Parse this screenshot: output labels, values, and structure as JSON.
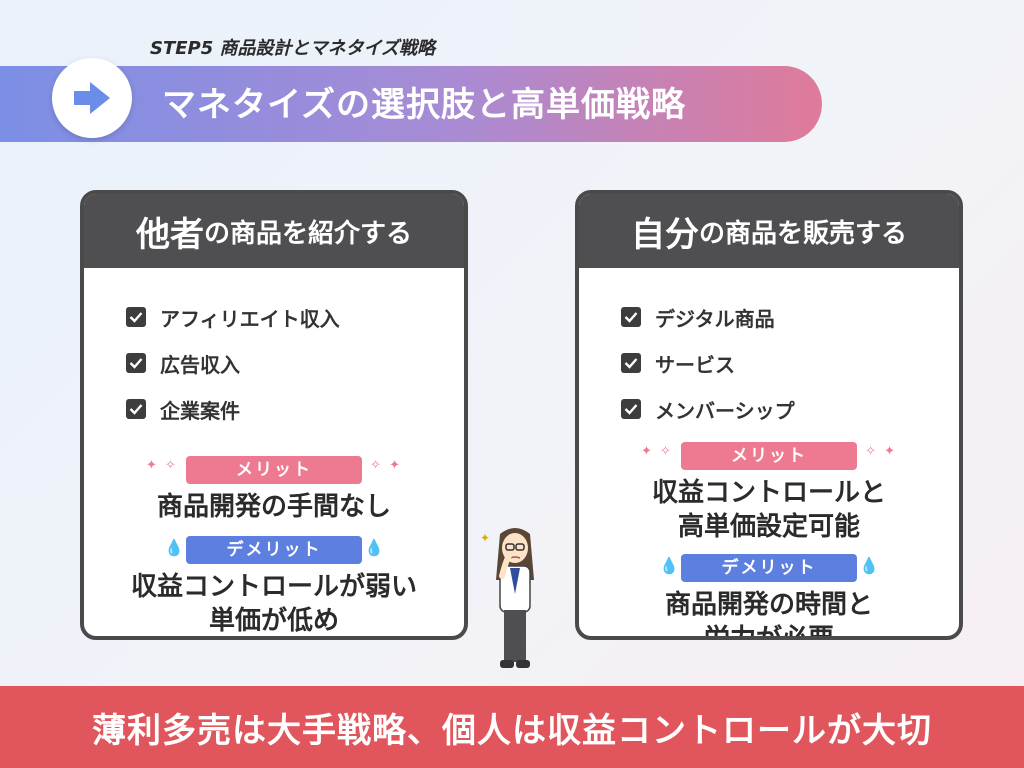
{
  "header": {
    "step_label": "STEP5 商品設計とマネタイズ戦略",
    "title": "マネタイズの選択肢と高単価戦略",
    "arrow_icon": "arrow-right-icon"
  },
  "cards": [
    {
      "head_big": "他者",
      "head_small": "の商品を紹介する",
      "items": [
        "アフィリエイト収入",
        "広告収入",
        "企業案件"
      ],
      "merit_label": "メリット",
      "merit_lines": [
        "商品開発の手間なし"
      ],
      "demerit_label": "デメリット",
      "demerit_lines": [
        "収益コントロールが弱い",
        "単価が低め"
      ]
    },
    {
      "head_big": "自分",
      "head_small": "の商品を販売する",
      "items": [
        "デジタル商品",
        "サービス",
        "メンバーシップ"
      ],
      "merit_label": "メリット",
      "merit_lines": [
        "収益コントロールと",
        "高単価設定可能"
      ],
      "demerit_label": "デメリット",
      "demerit_lines": [
        "商品開発の時間と",
        "労力が必要"
      ]
    }
  ],
  "footer": {
    "text": "薄利多売は大手戦略、個人は収益コントロールが大切"
  },
  "colors": {
    "merit": "#ee7a92",
    "demerit": "#5c7fe0",
    "footer": "#e0565c",
    "card_head": "#4f4f52"
  }
}
